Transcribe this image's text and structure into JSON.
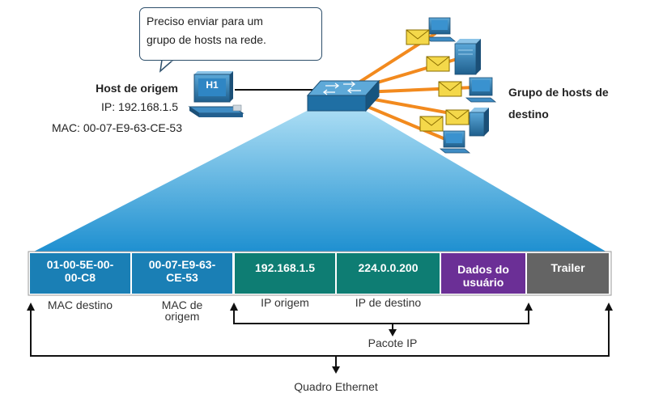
{
  "speech_bubble": {
    "line1": "Preciso enviar para um",
    "line2": "grupo de hosts na rede."
  },
  "source_host": {
    "label": "H1",
    "title": "Host de origem",
    "ip": "IP: 192.168.1.5",
    "mac": "MAC: 00-07-E9-63-CE-53"
  },
  "destination_group": {
    "line1": "Grupo de hosts de",
    "line2": "destino"
  },
  "frame": {
    "fields": [
      {
        "line1": "01-00-5E-00-",
        "line2": "00-C8",
        "color": "#1a7fb5"
      },
      {
        "line1": "00-07-E9-63-",
        "line2": "CE-53",
        "color": "#1a7fb5"
      },
      {
        "line1": "192.168.1.5",
        "line2": "",
        "color": "#0e7d73"
      },
      {
        "line1": "224.0.0.200",
        "line2": "",
        "color": "#0e7d73"
      },
      {
        "line1": "Dados do",
        "line2": "usuário",
        "color": "#6b2f96"
      },
      {
        "line1": "Trailer",
        "line2": "",
        "color": "#646464"
      }
    ],
    "labels": {
      "mac_dest": "MAC destino",
      "mac_src_line1": "MAC de",
      "mac_src_line2": "origem",
      "ip_src": "IP origem",
      "ip_dest": "IP de destino"
    }
  },
  "brackets": {
    "ip_packet": "Pacote IP",
    "ethernet_frame": "Quadro Ethernet"
  },
  "colors": {
    "funnel_top": "#a9dcf3",
    "funnel_bottom": "#1d8fd0",
    "link": "#f28a1e",
    "device": "#2a79b0"
  }
}
